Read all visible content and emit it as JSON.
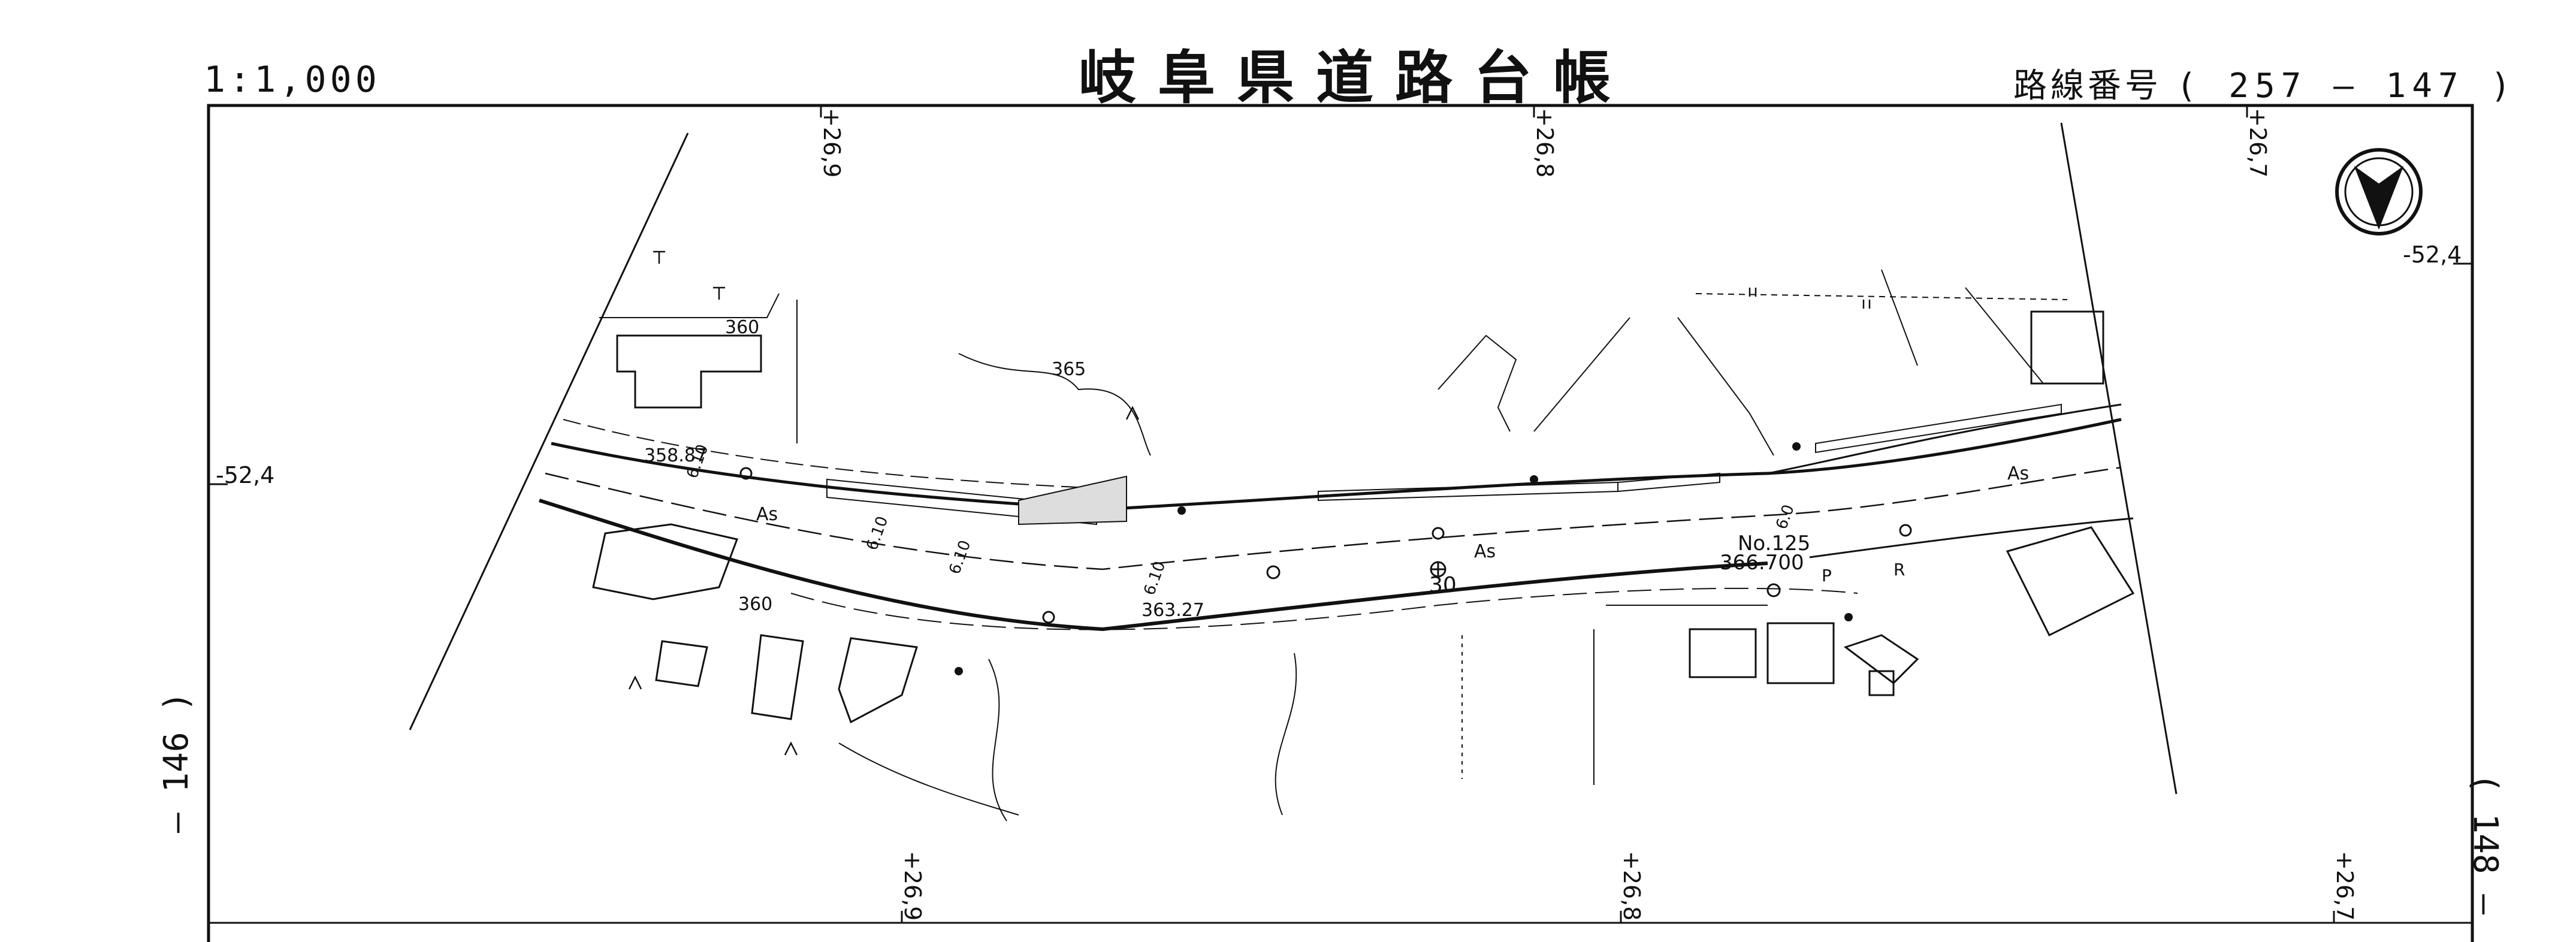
{
  "header": {
    "scale": "1:1,000",
    "title": "岐阜県道路台帳",
    "route_prefix": "路線番号",
    "route_number": "( 257 — 147 )"
  },
  "side_labels": {
    "left": "— 146 )",
    "right": "( 148 —"
  },
  "grid_ticks": {
    "top": [
      "+26,9",
      "+26,8",
      "+26,7"
    ],
    "bottom": [
      "+26,9",
      "+26,8",
      "+26,7"
    ],
    "left": "-52,4",
    "right": "-52,4"
  },
  "map_labels": {
    "contour_365": "365",
    "contour_360_a": "360",
    "contour_360_b": "360",
    "elev_358": "358.87",
    "elev_363": "363.27",
    "elev_366": "366.700",
    "station": "No.125",
    "chainage": "30",
    "surface_as": "As",
    "width_610": "6.10",
    "width_60": "6.0",
    "road_p": "P",
    "road_r": "R"
  },
  "north_symbol": "north-arrow"
}
